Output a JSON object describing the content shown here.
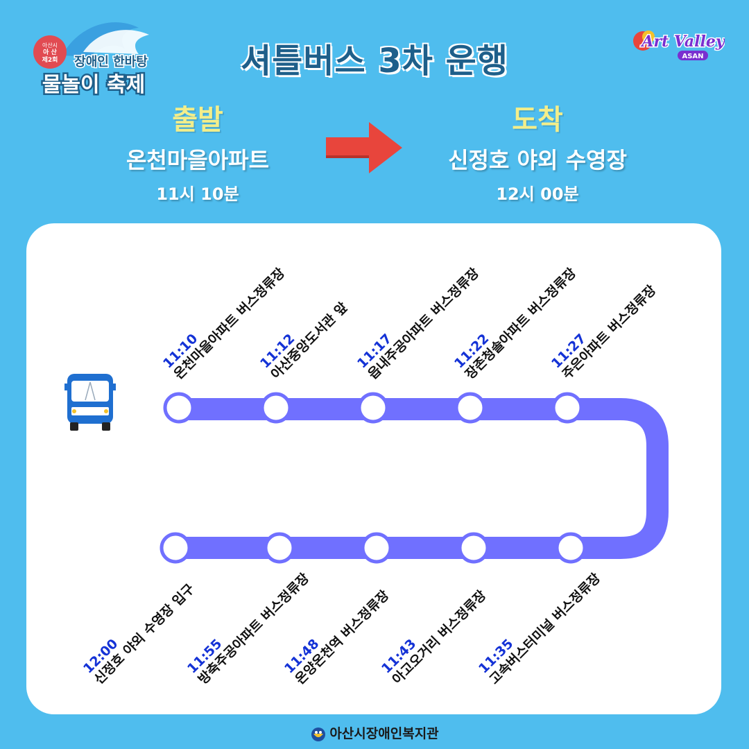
{
  "header": {
    "title": "셔틀버스 3차 운행",
    "festival_logo": {
      "badge_lines": [
        "아산시",
        "아 산",
        "제2회"
      ],
      "line1": "장애인 한바탕",
      "line2": "물놀이 축제"
    },
    "art_valley_logo": {
      "name": "Art Valley",
      "sub": "ASAN"
    }
  },
  "departure": {
    "heading": "출발",
    "place": "온천마을아파트",
    "time": "11시 10분"
  },
  "arrival": {
    "heading": "도착",
    "place": "신정호 야외 수영장",
    "time": "12시 00분"
  },
  "route": {
    "line_color": "#7070ff",
    "top_stops": [
      {
        "time": "11:10",
        "name": "온천마을아파트 버스정류장"
      },
      {
        "time": "11:12",
        "name": "아산중앙도서관 앞"
      },
      {
        "time": "11:17",
        "name": "읍내주공아파트 버스정류장"
      },
      {
        "time": "11:22",
        "name": "장존청솔아파트 버스정류장"
      },
      {
        "time": "11:27",
        "name": "주은아파트 버스정류장"
      }
    ],
    "bottom_stops": [
      {
        "time": "12:00",
        "name": "신정호 야외 수영장 입구"
      },
      {
        "time": "11:55",
        "name": "방축주공아파트 버스정류장"
      },
      {
        "time": "11:48",
        "name": "온양온천역 버스정류장"
      },
      {
        "time": "11:43",
        "name": "아고오거리 버스정류장"
      },
      {
        "time": "11:35",
        "name": "고속버스터미널 버스정류장"
      }
    ]
  },
  "footer": {
    "org": "아산시장애인복지관"
  },
  "colors": {
    "background": "#4fbdee",
    "heading_yellow": "#f3ee8a",
    "time_blue": "#1432d6",
    "arrow_red": "#e8453c"
  }
}
